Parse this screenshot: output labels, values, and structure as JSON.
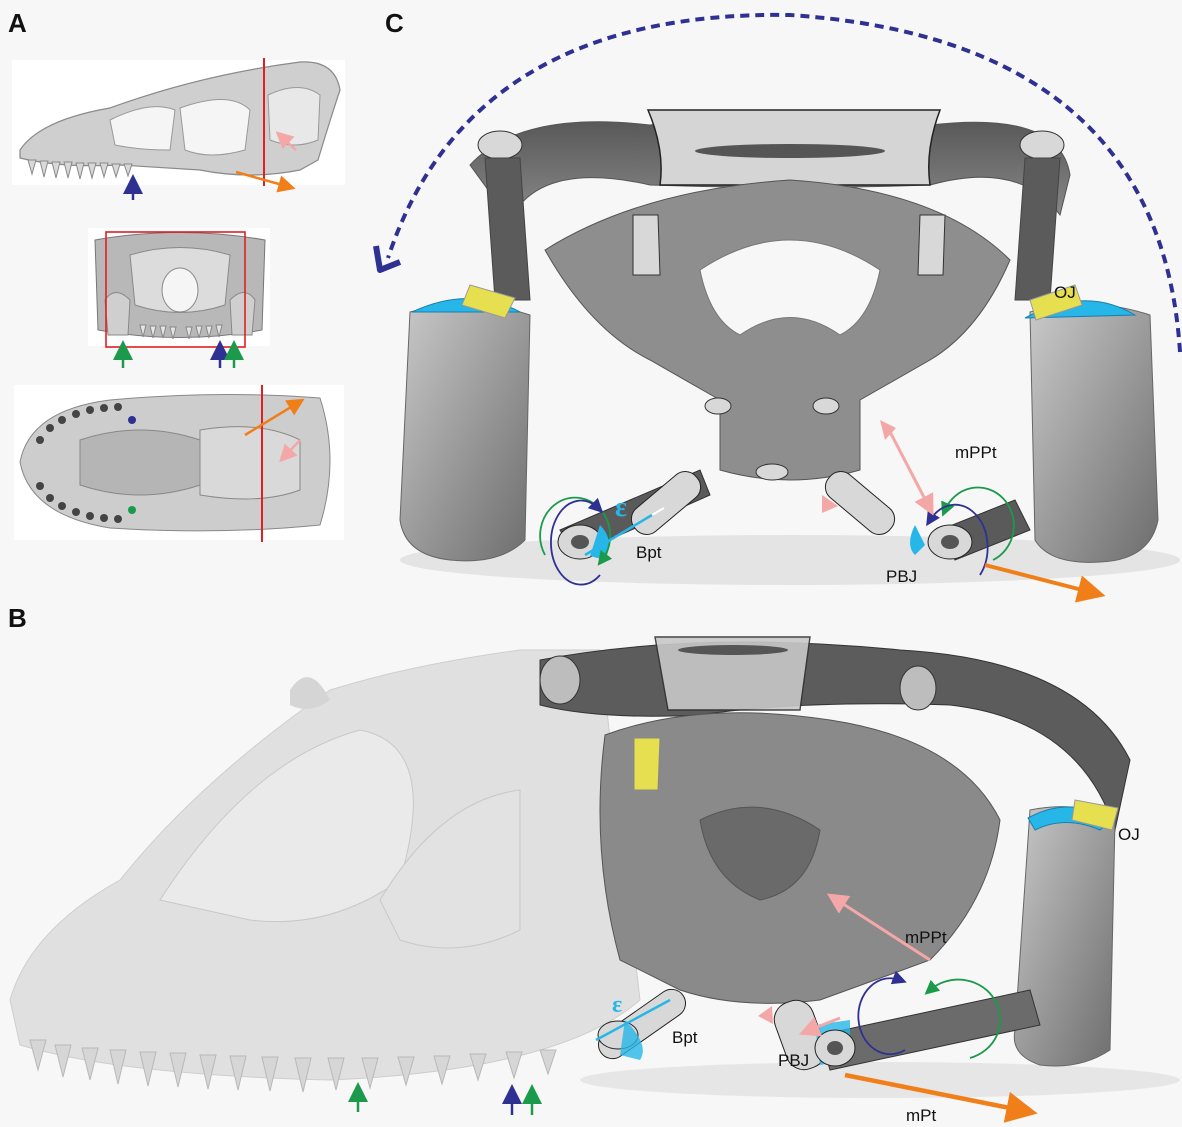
{
  "panels": {
    "a": "A",
    "b": "B",
    "c": "C"
  },
  "labels": {
    "oj": "OJ",
    "mppt": "mPPt",
    "bpt": "Bpt",
    "pbj": "PBJ",
    "mpt": "mPt",
    "epsilon": "ε"
  },
  "colors": {
    "navy": "#2e3192",
    "green": "#1a9a4a",
    "pink": "#f4a7a7",
    "orange": "#f07f1a",
    "cyan": "#27b6e8",
    "yellow": "#e6e050",
    "red": "#e02020"
  }
}
